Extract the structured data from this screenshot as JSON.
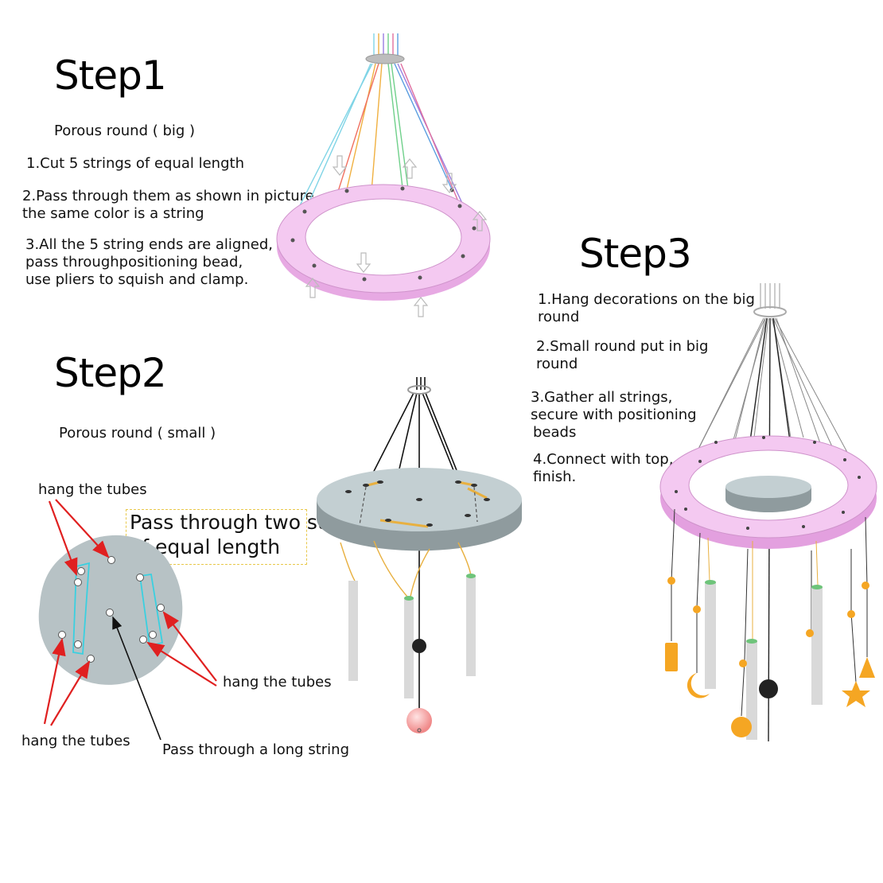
{
  "step1": {
    "title": "Step1",
    "subtitle": "Porous round ( big )",
    "instruction1": "1.Cut 5 strings of equal length",
    "instruction2_line1": "2.Pass through them as shown in picture",
    "instruction2_line2": "the same color is a string",
    "instruction3_line1": "3.All the 5 string ends are aligned,",
    "instruction3_line2": "pass throughpositioning bead,",
    "instruction3_line3": "use pliers to squish and clamp."
  },
  "step2": {
    "title": "Step2",
    "subtitle": "Porous round ( small )",
    "callout_line1": "Pass through two strings",
    "callout_line2": "of equal length",
    "label_tubes_top": "hang the tubes",
    "label_tubes_right": "hang the tubes",
    "label_tubes_bottom": "hang the tubes",
    "label_long_string": "Pass through a long string"
  },
  "step3": {
    "title": "Step3",
    "instruction1_line1": "1.Hang decorations on the big",
    "instruction1_line2": "round",
    "instruction2_line1": "2.Small round put in big",
    "instruction2_line2": "round",
    "instruction3_line1": "3.Gather all strings,",
    "instruction3_line2": "secure with positioning",
    "instruction3_line3": "beads",
    "instruction4_line1": "4.Connect with top,",
    "instruction4_line2": "finish."
  },
  "colors": {
    "big_ring": "#f3c6f0",
    "big_ring_edge": "#d79bd3",
    "small_disc": "#b9c4c7",
    "small_disc_side": "#8f9b9e",
    "arrow": "#e02020",
    "callout_border": "#e8c84a",
    "cyan_outline": "#3ad0e0",
    "decoration": "#f5a623",
    "tube": "#d9d9d9",
    "bead": "#222222"
  }
}
